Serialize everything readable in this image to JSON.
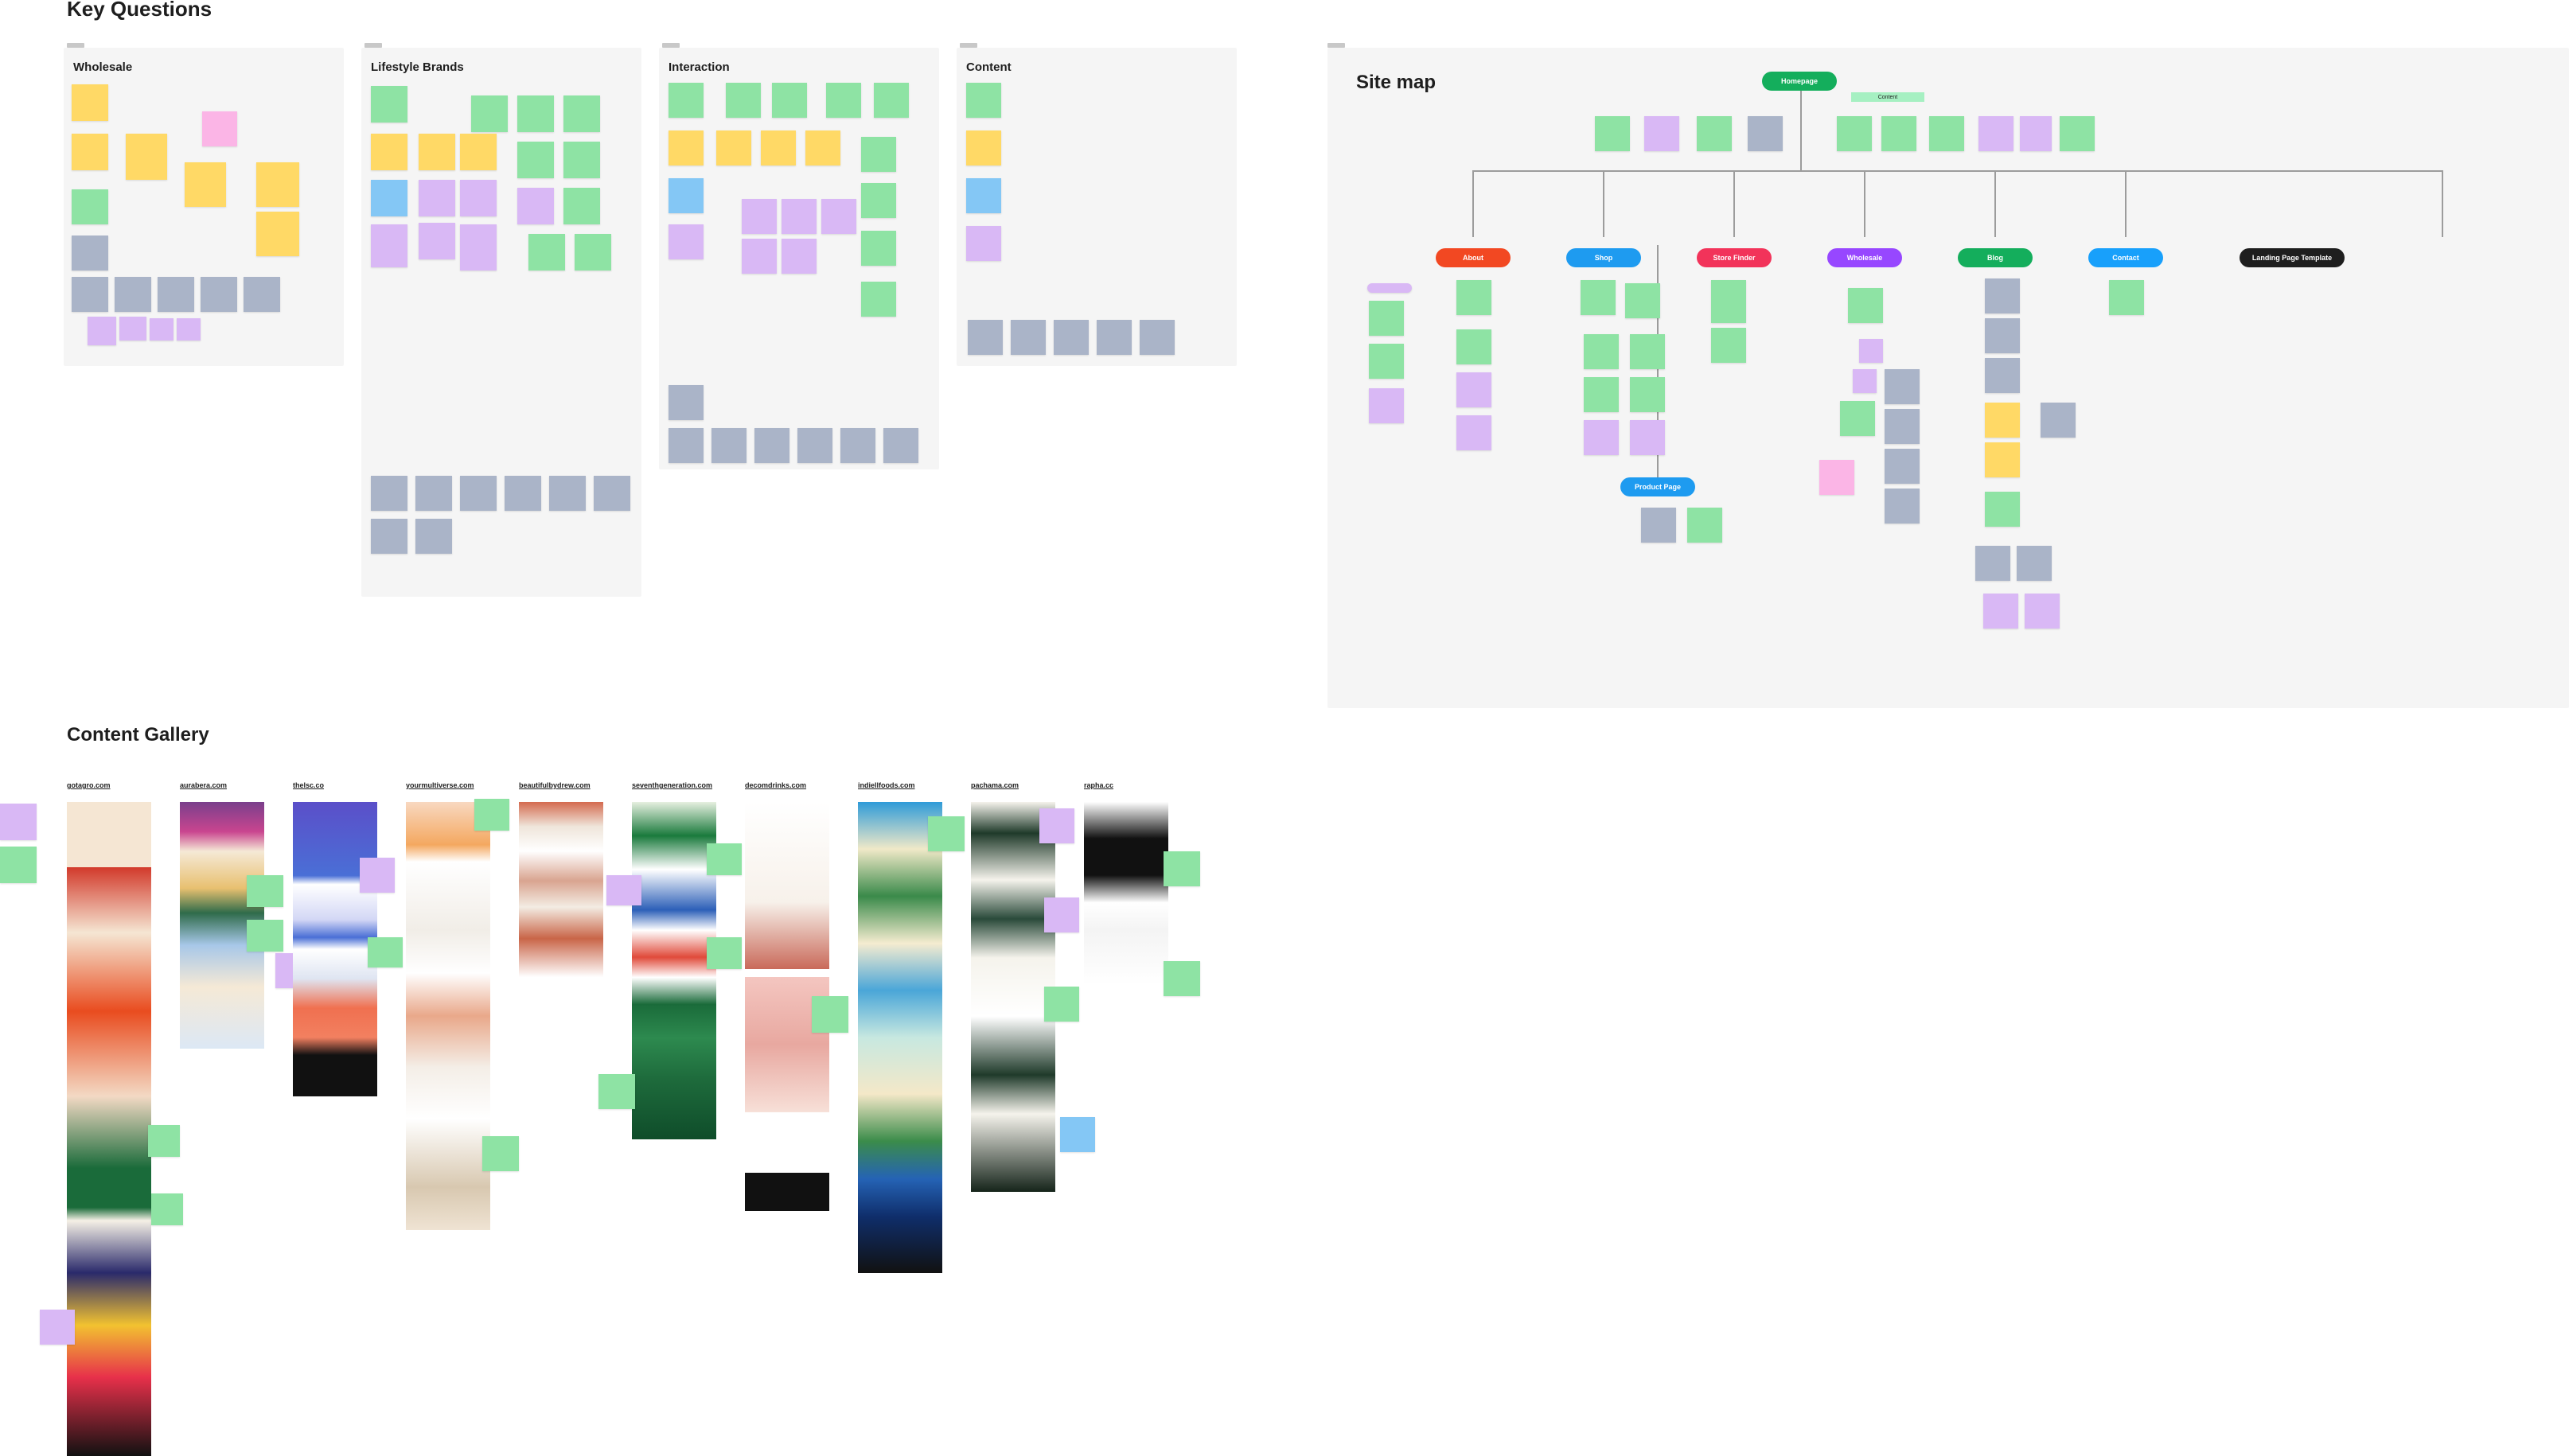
{
  "key_questions": {
    "title": "Key Questions",
    "panels": [
      "Wholesale",
      "Lifestyle Brands",
      "Interaction",
      "Content"
    ]
  },
  "site_map": {
    "title": "Site map",
    "root": "Homepage",
    "root_child": "Content",
    "nodes": [
      "About",
      "Shop",
      "Store Finder",
      "Wholesale",
      "Blog",
      "Contact",
      "Landing Page Template"
    ],
    "sub_node": "Product Page"
  },
  "content_gallery": {
    "title": "Content Gallery",
    "sites": [
      "gotagro.com",
      "aurabera.com",
      "thelsc.co",
      "yourmultiverse.com",
      "beautifulbydrew.com",
      "seventhgeneration.com",
      "decomdrinks.com",
      "indiellfoods.com",
      "pachama.com",
      "rapha.cc"
    ]
  },
  "colors": {
    "yellow": "#ffd966",
    "green": "#8ee3a4",
    "purple": "#d9b8f5",
    "pink": "#fbb5e6",
    "blue": "#84c7f5",
    "gray": "#aab4c8",
    "about": "#f24822",
    "shop": "#1e9bf0",
    "store_finder": "#f2335a",
    "wholesale": "#9747ff",
    "blog": "#14ae5c",
    "contact": "#18a0fb",
    "landing": "#1e1e1e"
  }
}
